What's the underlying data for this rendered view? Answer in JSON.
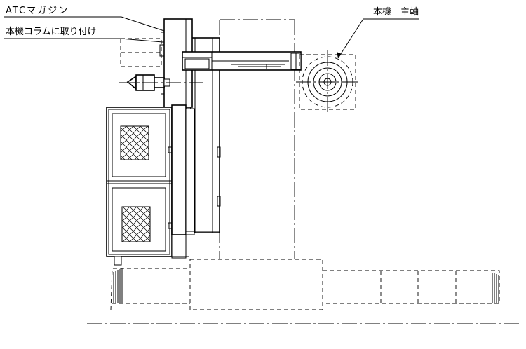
{
  "labels": {
    "atc_magazine": "ATCマガジン",
    "mount_on_column": "本機コラムに取り付け",
    "main_spindle": "本機　主軸"
  }
}
